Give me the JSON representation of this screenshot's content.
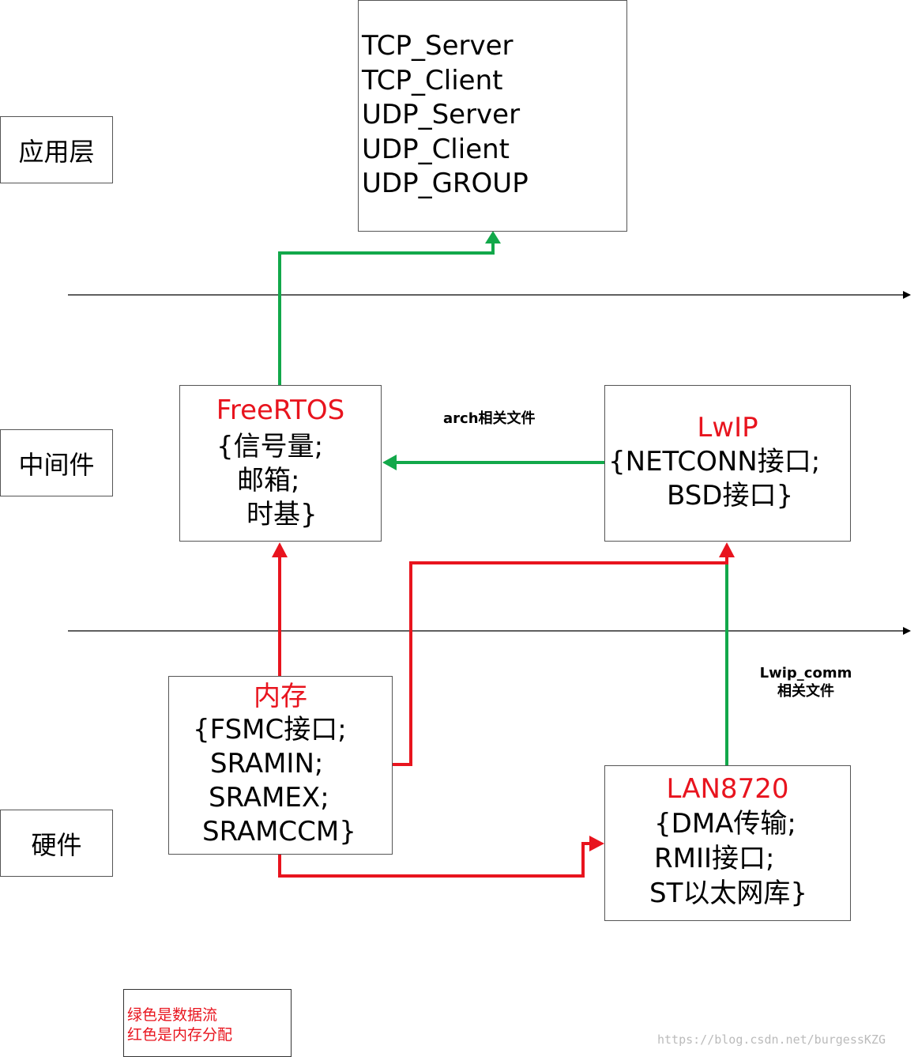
{
  "layers": {
    "application": "应用层",
    "middleware": "中间件",
    "hardware": "硬件"
  },
  "app_box": {
    "lines": [
      "TCP_Server",
      "TCP_Client",
      "UDP_Server",
      "UDP_Client",
      "UDP_GROUP"
    ]
  },
  "freertos": {
    "title": "FreeRTOS",
    "lines": [
      "{信号量;",
      "邮箱;",
      "时基}"
    ]
  },
  "lwip": {
    "title": "LwIP",
    "lines": [
      "{NETCONN接口;",
      "BSD接口}"
    ]
  },
  "memory": {
    "title": "内存",
    "lines": [
      "{FSMC接口;",
      "SRAMIN;",
      "SRAMEX;",
      "SRAMCCM}"
    ]
  },
  "lan8720": {
    "title": "LAN8720",
    "lines": [
      "{DMA传输;",
      "RMII接口;",
      "ST以太网库}"
    ]
  },
  "notes": {
    "arch": "arch相关文件",
    "lwip_comm_1": "Lwip_comm",
    "lwip_comm_2": "相关文件"
  },
  "legend": {
    "green": "绿色是数据流",
    "red": "红色是内存分配"
  },
  "watermark": "https://blog.csdn.net/burgessKZG",
  "colors": {
    "green_flow": "#12a84a",
    "red_alloc": "#e8141e",
    "title_red": "#e8141e"
  }
}
